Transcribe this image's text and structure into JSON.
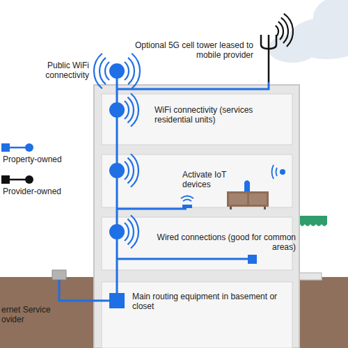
{
  "diagram": {
    "labels": [
      "Public WiFi connectivity",
      "Optional 5G cell tower leased to mobile provider",
      "WiFi connectivity (services residential units)",
      "Activate IoT devices",
      "Wired connections (good for common areas)",
      "ernet Service ovider",
      "Main routing equipment in basement or closet"
    ],
    "legend": [
      {
        "text": "Property-owned"
      },
      {
        "text": "Provider-owned"
      }
    ]
  }
}
